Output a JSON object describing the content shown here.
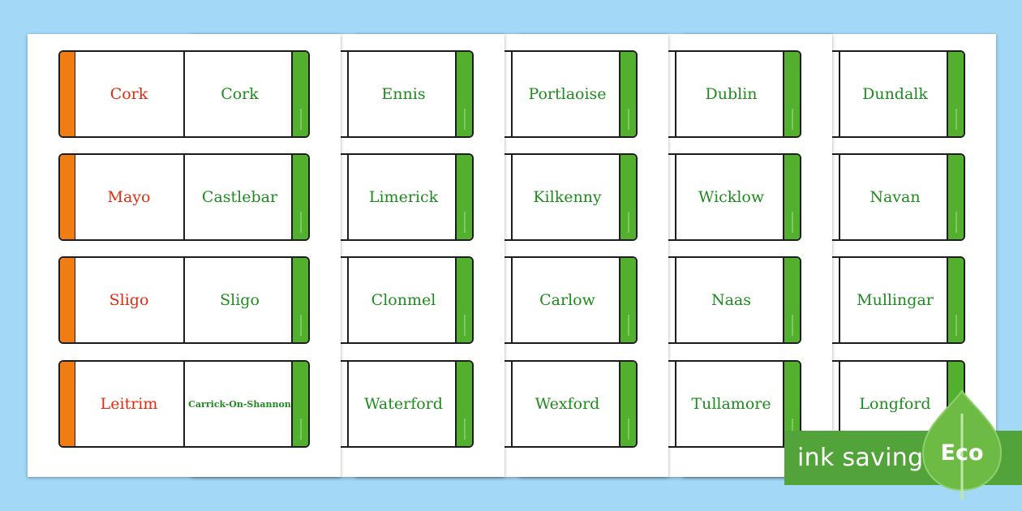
{
  "sheets": [
    {
      "cards": [
        {
          "county": "Cork",
          "town": "Cork"
        },
        {
          "county": "Mayo",
          "town": "Castlebar"
        },
        {
          "county": "Sligo",
          "town": "Sligo"
        },
        {
          "county": "Leitrim",
          "town": "Carrick-On-Shannon"
        }
      ]
    },
    {
      "cards": [
        {
          "town": "Ennis"
        },
        {
          "town": "Limerick"
        },
        {
          "town": "Clonmel"
        },
        {
          "town": "Waterford"
        }
      ]
    },
    {
      "cards": [
        {
          "town": "Portlaoise"
        },
        {
          "town": "Kilkenny"
        },
        {
          "town": "Carlow"
        },
        {
          "town": "Wexford"
        }
      ]
    },
    {
      "cards": [
        {
          "town": "Dublin"
        },
        {
          "town": "Wicklow"
        },
        {
          "town": "Naas"
        },
        {
          "town": "Tullamore"
        }
      ]
    },
    {
      "cards": [
        {
          "town": "Dundalk"
        },
        {
          "town": "Navan"
        },
        {
          "town": "Mullingar"
        },
        {
          "town": "Longford"
        }
      ]
    }
  ],
  "badge": {
    "label": "ink saving",
    "eco": "Eco",
    "icon": "leaf-icon"
  },
  "colors": {
    "background": "#a4d8f7",
    "county_strip": "#f07d14",
    "town_strip": "#52b02e",
    "county_text": "#e02b0f",
    "town_text": "#1f8a1f",
    "eco_green": "#52a339"
  }
}
